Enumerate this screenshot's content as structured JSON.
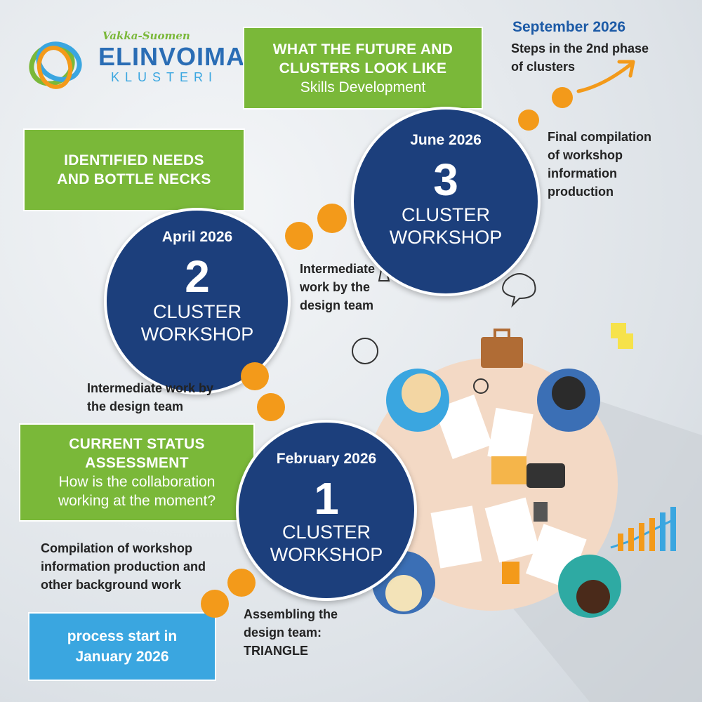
{
  "logo": {
    "top": "Vakka-Suomen",
    "main": "ELINVOIMA-",
    "sub": "KLUSTERI"
  },
  "boxes": {
    "future": {
      "title_line1": "WHAT THE FUTURE AND",
      "title_line2": "CLUSTERS LOOK LIKE",
      "subtitle": "Skills Development"
    },
    "needs": {
      "title_line1": "IDENTIFIED NEEDS",
      "title_line2": "AND BOTTLE NECKS"
    },
    "current": {
      "title_line1": "CURRENT STATUS",
      "title_line2": "ASSESSMENT",
      "sub_line1": "How is the collaboration",
      "sub_line2": "working at the moment?"
    },
    "start": {
      "line1": "process start in",
      "line2": "January 2026"
    }
  },
  "workshops": [
    {
      "date": "February 2026",
      "number": "1",
      "label_line1": "CLUSTER",
      "label_line2": "WORKSHOP"
    },
    {
      "date": "April 2026",
      "number": "2",
      "label_line1": "CLUSTER",
      "label_line2": "WORKSHOP"
    },
    {
      "date": "June 2026",
      "number": "3",
      "label_line1": "CLUSTER",
      "label_line2": "WORKSHOP"
    }
  ],
  "notes": {
    "september_date": "September 2026",
    "september_line1": "Steps in the 2nd phase",
    "september_line2": "of clusters",
    "final_line1": "Final compilation",
    "final_line2": "of workshop",
    "final_line3": "information",
    "final_line4": "production",
    "inter3_line1": "Intermediate",
    "inter3_line2": "work by the",
    "inter3_line3": "design team",
    "inter2_line1": "Intermediate work by",
    "inter2_line2": "the design team",
    "compile_line1": "Compilation of workshop",
    "compile_line2": "information production and",
    "compile_line3": "other background work",
    "assemble_line1": "Assembling the",
    "assemble_line2": "design team:",
    "assemble_line3": "TRIANGLE"
  },
  "colors": {
    "green": "#7ab839",
    "navy": "#1c3f7c",
    "orange": "#f39a1a",
    "blue": "#3aa6e0"
  }
}
